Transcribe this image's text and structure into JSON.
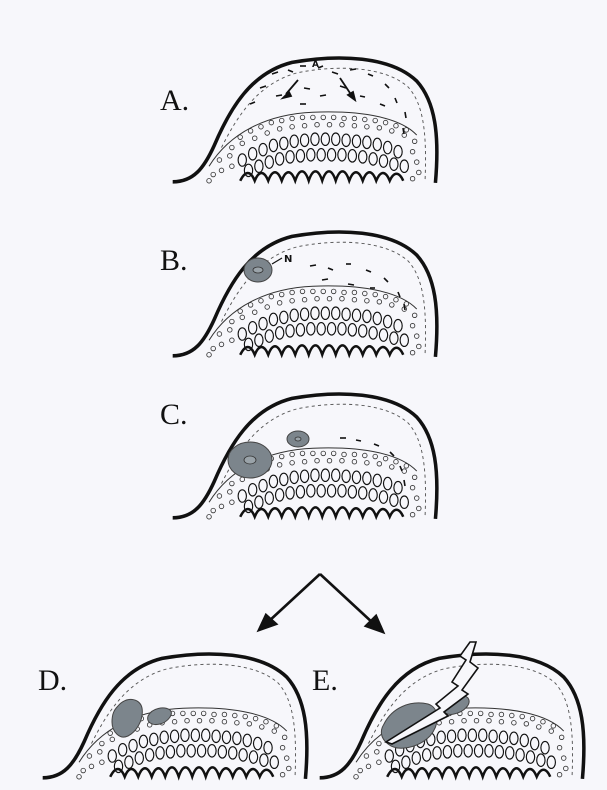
{
  "panels": {
    "a": {
      "label": "A.",
      "marker": "A"
    },
    "b": {
      "label": "B.",
      "marker": "N"
    },
    "c": {
      "label": "C."
    },
    "d": {
      "label": "D."
    },
    "e": {
      "label": "E."
    }
  },
  "colors": {
    "ink": "#111111",
    "lesion": "#7c858c",
    "lesion_core": "#9aa3a9",
    "paper": "#f7f7fb"
  }
}
